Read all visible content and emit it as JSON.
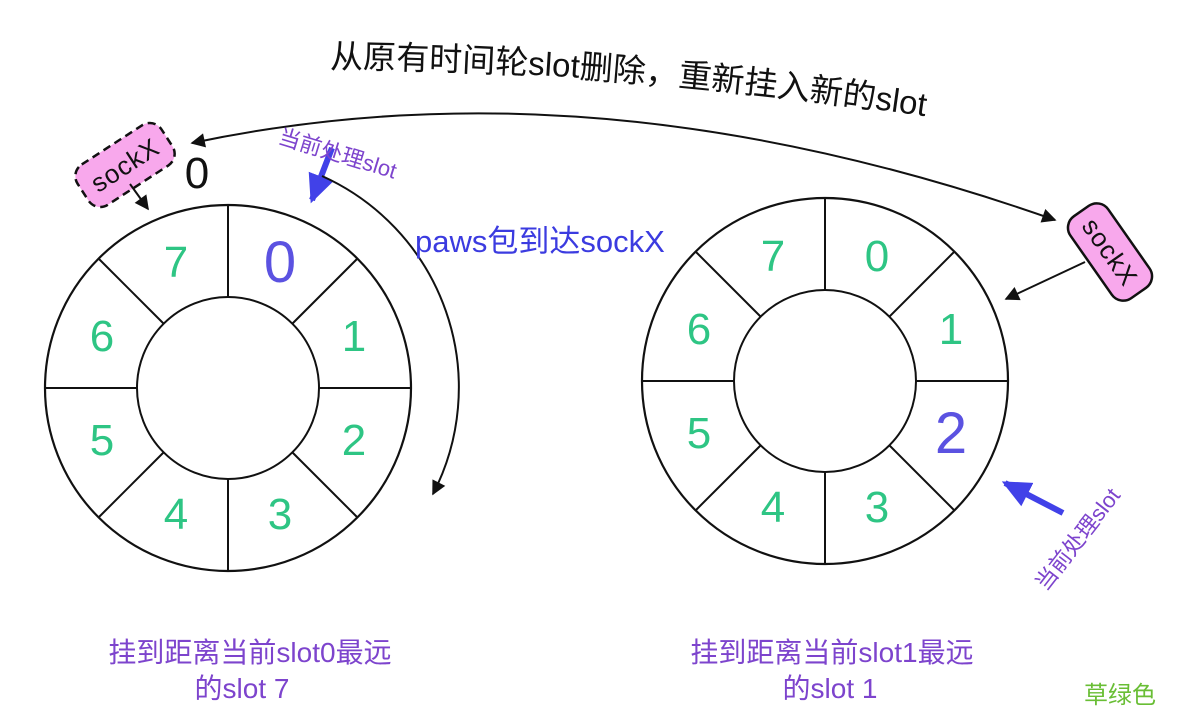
{
  "title": "从原有时间轮slot删除，重新挂入新的slot",
  "notes": {
    "paws": "paws包到达sockX",
    "grass_green": "草绿色"
  },
  "left": {
    "sock_label": "sockX",
    "pending_count": "0",
    "current_slot_label": "当前处理slot",
    "caption_line1": "挂到距离当前slot0最远",
    "caption_line2": "的slot 7",
    "slots": [
      "0",
      "1",
      "2",
      "3",
      "4",
      "5",
      "6",
      "7"
    ],
    "highlighted_slot": "0"
  },
  "right": {
    "sock_label": "sockX",
    "current_slot_label": "当前处理slot",
    "caption_line1": "挂到距离当前slot1最远",
    "caption_line2": "的slot 1",
    "slots": [
      "0",
      "1",
      "2",
      "3",
      "4",
      "5",
      "6",
      "7"
    ],
    "highlighted_slot": "2"
  },
  "colors": {
    "slot_green": "#2EC584",
    "highlight_blue": "#5B52E1",
    "arrow_blue": "#4141E8",
    "note_blue": "#3B3BE0",
    "annotation_purple": "#7D44CD",
    "box_pink": "#F8A8EC",
    "grass_green": "#69BE35",
    "ink": "#111111"
  }
}
